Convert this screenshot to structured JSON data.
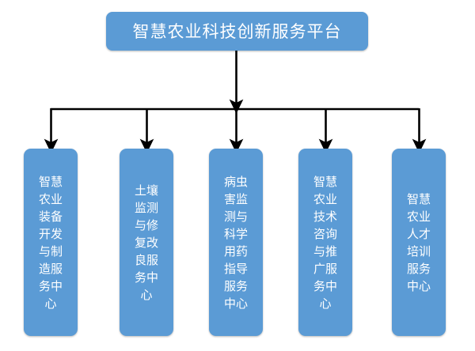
{
  "diagram": {
    "type": "organization-hierarchy",
    "background_color": "#FFFFFF",
    "node_fill_color": "#5B9BD5",
    "node_text_color": "#FFFFFF",
    "connector_color": "#000000",
    "root": {
      "id": "root",
      "label": "智慧农业科技创新服务平台"
    },
    "children": [
      {
        "id": "child-0",
        "label": "智慧农业装备开发与制造服务中心"
      },
      {
        "id": "child-1",
        "label": "土壤监测与修复改良服务中心"
      },
      {
        "id": "child-2",
        "label": "病虫害监测与科学用药指导服务中心"
      },
      {
        "id": "child-3",
        "label": "智慧农业技术咨询与推广服务中心"
      },
      {
        "id": "child-4",
        "label": "智慧农业人才培训服务中心"
      }
    ],
    "connectors": {
      "trunk_arrow_icon": "arrow-down-icon",
      "branch_arrow_icon": "arrow-down-icon",
      "branch_count": 5
    }
  }
}
